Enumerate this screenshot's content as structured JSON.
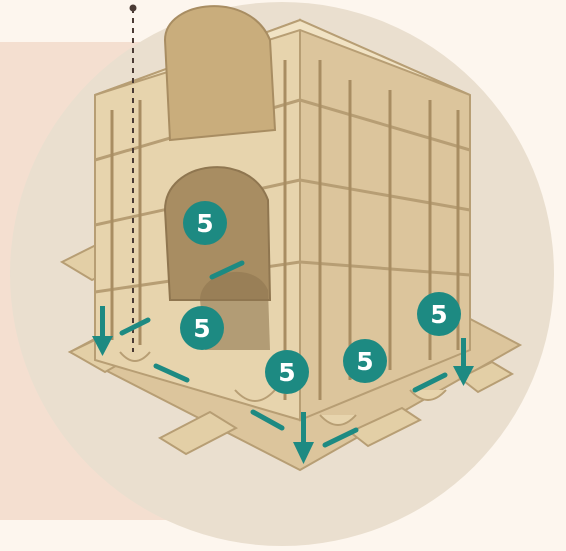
{
  "colors": {
    "page_bg": "#fdf6ee",
    "panel": "#f4dfd0",
    "circle": "#eadfcf",
    "wood": "#e4d0a8",
    "wood_light": "#ecdcb8",
    "wood_dark": "#b79e74",
    "accent_teal": "#1d8a82",
    "leader_line": "#4a3a34"
  },
  "badges": [
    {
      "id": "badge-left-window",
      "label": "5"
    },
    {
      "id": "badge-left-front",
      "label": "5"
    },
    {
      "id": "badge-center-front",
      "label": "5"
    },
    {
      "id": "badge-center-right",
      "label": "5"
    },
    {
      "id": "badge-right",
      "label": "5"
    }
  ],
  "icons": {
    "arrow": "down-arrow-icon",
    "marker": "dash-marker-icon"
  }
}
